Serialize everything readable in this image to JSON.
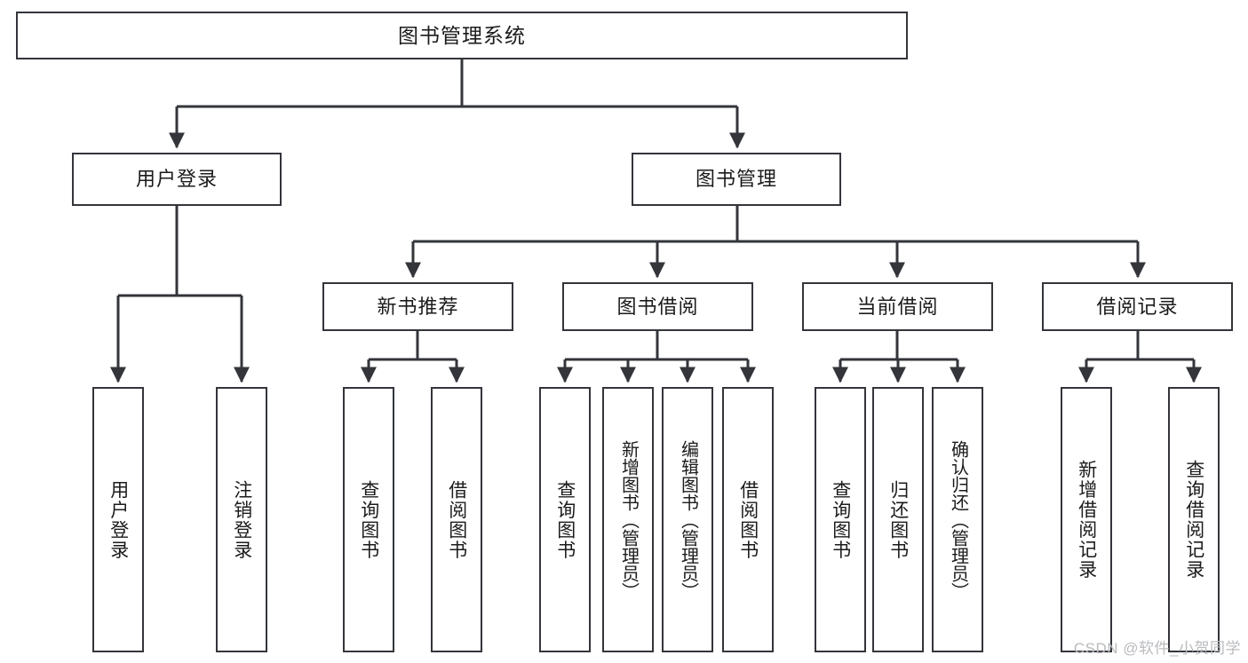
{
  "diagram": {
    "title": "图书管理系统",
    "watermark": "CSDN @软件_小贺同学",
    "stroke_color": "#33353b",
    "text_color": "#1b1b1b",
    "background": "#ffffff",
    "watermark_color": "#b9bbbe"
  },
  "root": {
    "label": "图书管理系统"
  },
  "level2": {
    "user_login": "用户登录",
    "book_manage": "图书管理"
  },
  "level3": {
    "new_book_recommend": "新书推荐",
    "book_borrow": "图书借阅",
    "current_borrow": "当前借阅",
    "borrow_record": "借阅记录"
  },
  "leaves": {
    "user_login": [
      "用户登录",
      "注销登录"
    ],
    "new_book_recommend": [
      "查询图书",
      "借阅图书"
    ],
    "book_borrow": [
      "查询图书",
      "新增图书（管理员）",
      "编辑图书（管理员）",
      "借阅图书"
    ],
    "current_borrow": [
      "查询图书",
      "归还图书",
      "确认归还（管理员）"
    ],
    "borrow_record": [
      "新增借阅记录",
      "查询借阅记录"
    ]
  },
  "chart_data": {
    "type": "diagram",
    "diagram_type": "tree / functional structure chart",
    "title": "图书管理系统",
    "orientation": "top-down",
    "nodes": [
      {
        "id": "root",
        "label": "图书管理系统",
        "level": 0,
        "parent": null
      },
      {
        "id": "user_login",
        "label": "用户登录",
        "level": 1,
        "parent": "root"
      },
      {
        "id": "book_manage",
        "label": "图书管理",
        "level": 1,
        "parent": "root"
      },
      {
        "id": "login_do",
        "label": "用户登录",
        "level": 2,
        "parent": "user_login"
      },
      {
        "id": "logout_do",
        "label": "注销登录",
        "level": 2,
        "parent": "user_login"
      },
      {
        "id": "new_book_recommend",
        "label": "新书推荐",
        "level": 2,
        "parent": "book_manage"
      },
      {
        "id": "book_borrow",
        "label": "图书借阅",
        "level": 2,
        "parent": "book_manage"
      },
      {
        "id": "current_borrow",
        "label": "当前借阅",
        "level": 2,
        "parent": "book_manage"
      },
      {
        "id": "borrow_record",
        "label": "借阅记录",
        "level": 2,
        "parent": "book_manage"
      },
      {
        "id": "nbr_query",
        "label": "查询图书",
        "level": 3,
        "parent": "new_book_recommend"
      },
      {
        "id": "nbr_borrow",
        "label": "借阅图书",
        "level": 3,
        "parent": "new_book_recommend"
      },
      {
        "id": "bb_query",
        "label": "查询图书",
        "level": 3,
        "parent": "book_borrow"
      },
      {
        "id": "bb_add",
        "label": "新增图书（管理员）",
        "level": 3,
        "parent": "book_borrow"
      },
      {
        "id": "bb_edit",
        "label": "编辑图书（管理员）",
        "level": 3,
        "parent": "book_borrow"
      },
      {
        "id": "bb_borrow",
        "label": "借阅图书",
        "level": 3,
        "parent": "book_borrow"
      },
      {
        "id": "cb_query",
        "label": "查询图书",
        "level": 3,
        "parent": "current_borrow"
      },
      {
        "id": "cb_return",
        "label": "归还图书",
        "level": 3,
        "parent": "current_borrow"
      },
      {
        "id": "cb_confirm",
        "label": "确认归还（管理员）",
        "level": 3,
        "parent": "current_borrow"
      },
      {
        "id": "br_add",
        "label": "新增借阅记录",
        "level": 3,
        "parent": "borrow_record"
      },
      {
        "id": "br_query",
        "label": "查询借阅记录",
        "level": 3,
        "parent": "borrow_record"
      }
    ],
    "edges": [
      [
        "root",
        "user_login"
      ],
      [
        "root",
        "book_manage"
      ],
      [
        "user_login",
        "login_do"
      ],
      [
        "user_login",
        "logout_do"
      ],
      [
        "book_manage",
        "new_book_recommend"
      ],
      [
        "book_manage",
        "book_borrow"
      ],
      [
        "book_manage",
        "current_borrow"
      ],
      [
        "book_manage",
        "borrow_record"
      ],
      [
        "new_book_recommend",
        "nbr_query"
      ],
      [
        "new_book_recommend",
        "nbr_borrow"
      ],
      [
        "book_borrow",
        "bb_query"
      ],
      [
        "book_borrow",
        "bb_add"
      ],
      [
        "book_borrow",
        "bb_edit"
      ],
      [
        "book_borrow",
        "bb_borrow"
      ],
      [
        "current_borrow",
        "cb_query"
      ],
      [
        "current_borrow",
        "cb_return"
      ],
      [
        "current_borrow",
        "cb_confirm"
      ],
      [
        "borrow_record",
        "br_add"
      ],
      [
        "borrow_record",
        "br_query"
      ]
    ]
  }
}
